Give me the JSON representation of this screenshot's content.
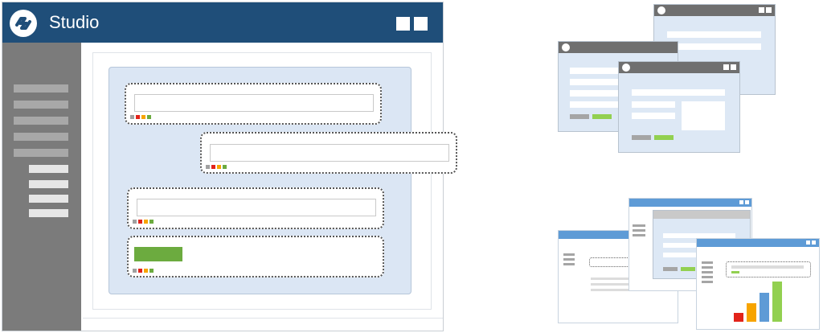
{
  "app": {
    "title": "Studio"
  },
  "colors": {
    "title_bar": "#1f4e79",
    "sidebar": "#7b7b7b",
    "panel": "#dbe6f4",
    "accent_green": "#6cab3f",
    "status_red": "#e2231a",
    "status_orange": "#f7a400",
    "status_green": "#6cab3f",
    "status_gray": "#a0a0a0"
  },
  "icons": {
    "logo": "studio-logo-icon",
    "window_buttons": "window-control-icon"
  },
  "illustrations": {
    "top_right": "overlapping-form-windows",
    "bottom_right": "overlapping-app-windows-with-bar-chart"
  }
}
